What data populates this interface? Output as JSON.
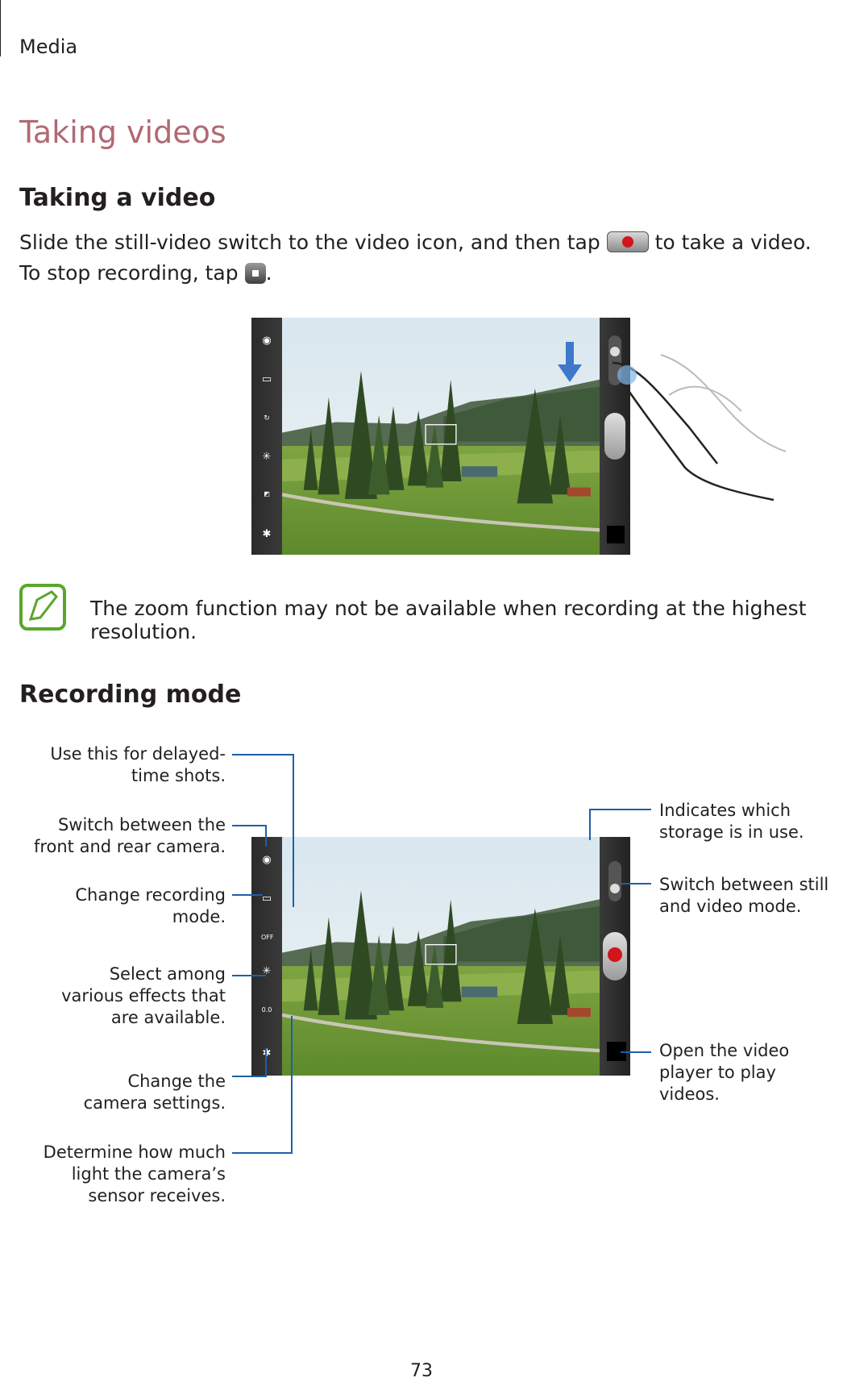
{
  "header": {
    "section": "Media"
  },
  "title": "Taking videos",
  "taking_video": {
    "heading": "Taking a video",
    "text_part1": "Slide the still-video switch to the video icon, and then tap",
    "text_part2": "to take a video. To stop recording, tap",
    "text_part3": "."
  },
  "note": {
    "text": "The zoom function may not be available when recording at the highest resolution."
  },
  "recording_mode": {
    "heading": "Recording mode",
    "callouts": {
      "delayed": "Use this for delayed-time shots.",
      "switch_camera": "Switch between the front and rear camera.",
      "rec_mode": "Change recording mode.",
      "effects": "Select among various effects that are available.",
      "settings": "Change the camera settings.",
      "exposure": "Determine how much light the camera’s sensor receives.",
      "storage": "Indicates which storage is in use.",
      "still_video": "Switch between still and video mode.",
      "player": "Open the video player to play videos."
    }
  },
  "camera_ui": {
    "exposure_value": "0.0",
    "timer_label": "OFF"
  },
  "colors": {
    "title": "#b06a72",
    "callout_line": "#1f5fa8",
    "note_icon": "#5aa62b",
    "record": "#d0151b"
  },
  "page_number": "73"
}
